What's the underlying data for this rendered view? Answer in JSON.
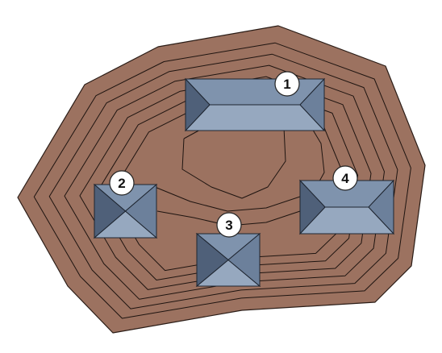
{
  "colors": {
    "terrain_fill": "#9c7260",
    "terrain_edge": "#2a1c16",
    "contour_line": "#1e1410",
    "roof_top": "#7f93ad",
    "roof_side_light": "#96a8bf",
    "roof_side_mid": "#6c809b",
    "roof_side_dark": "#4f6079",
    "roof_outline": "#1e2530",
    "marker_fill": "#ffffff",
    "marker_outline": "#222222"
  },
  "buildings": [
    {
      "label": "1",
      "roof": "hip-ridge"
    },
    {
      "label": "2",
      "roof": "pyramid"
    },
    {
      "label": "3",
      "roof": "pyramid"
    },
    {
      "label": "4",
      "roof": "hip-ridge"
    }
  ]
}
